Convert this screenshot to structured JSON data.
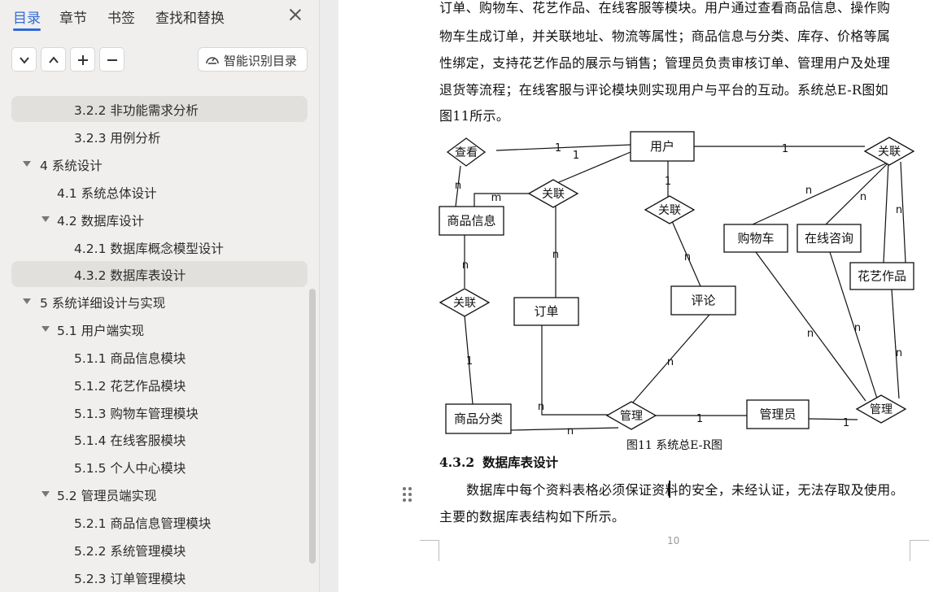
{
  "toc_panel": {
    "tabs": [
      "目录",
      "章节",
      "书签",
      "查找和替换"
    ],
    "smart_button_label": "智能识别目录",
    "items": [
      {
        "label": "3.2.2  非功能需求分析",
        "selected": true
      },
      {
        "label": "3.2.3  用例分析"
      },
      {
        "label": "4  系统设计",
        "expanded": true
      },
      {
        "label": "4.1  系统总体设计"
      },
      {
        "label": "4.2  数据库设计",
        "expanded": true
      },
      {
        "label": "4.2.1  数据库概念模型设计"
      },
      {
        "label": "4.3.2  数据库表设计",
        "selected": true
      },
      {
        "label": "5  系统详细设计与实现",
        "expanded": true
      },
      {
        "label": "5.1  用户端实现",
        "expanded": true
      },
      {
        "label": "5.1.1  商品信息模块"
      },
      {
        "label": "5.1.2  花艺作品模块"
      },
      {
        "label": "5.1.3  购物车管理模块"
      },
      {
        "label": "5.1.4  在线客服模块"
      },
      {
        "label": "5.1.5  个人中心模块"
      },
      {
        "label": "5.2  管理员端实现",
        "expanded": true
      },
      {
        "label": "5.2.1  商品信息管理模块"
      },
      {
        "label": "5.2.2  系统管理模块"
      },
      {
        "label": "5.2.3  订单管理模块"
      }
    ]
  },
  "document": {
    "paragraph1": [
      "订单、购物车、花艺作品、在线客服等模块。用户通过查看商品信息、操作购",
      "物车生成订单，并关联地址、物流等属性；商品信息与分类、库存、价格等属",
      "性绑定，支持花艺作品的展示与销售；管理员负责审核订单、管理用户及处理",
      "退货等流程；在线客服与评论模块则实现用户与平台的互动。系统总E-R图如",
      "图11所示。"
    ],
    "figure_caption": "图11  系统总E-R图",
    "section_number": "4.3.2",
    "section_title": "数据库表设计",
    "paragraph2": [
      "数据库中每个资料表格必须保证资料的安全，未经认证，无法存取及使用。",
      "主要的数据库表结构如下所示。"
    ],
    "page_number": "10"
  },
  "er_diagram": {
    "entities": [
      "用户",
      "商品信息",
      "订单",
      "评论",
      "购物车",
      "在线咨询",
      "花艺作品",
      "商品分类",
      "管理员"
    ],
    "relationships": [
      "查看",
      "关联",
      "关联",
      "关联",
      "关联",
      "管理",
      "管理"
    ],
    "cardinalities": [
      "1",
      "1",
      "1",
      "1",
      "1",
      "1",
      "1",
      "n",
      "m",
      "n",
      "n",
      "n",
      "n",
      "n",
      "n",
      "n",
      "n",
      "n",
      "n",
      "n",
      "n"
    ]
  },
  "colors": {
    "accent": "#2f6bd9",
    "selected_bg": "#e2e0dd",
    "panel_bg": "#f0efed"
  }
}
